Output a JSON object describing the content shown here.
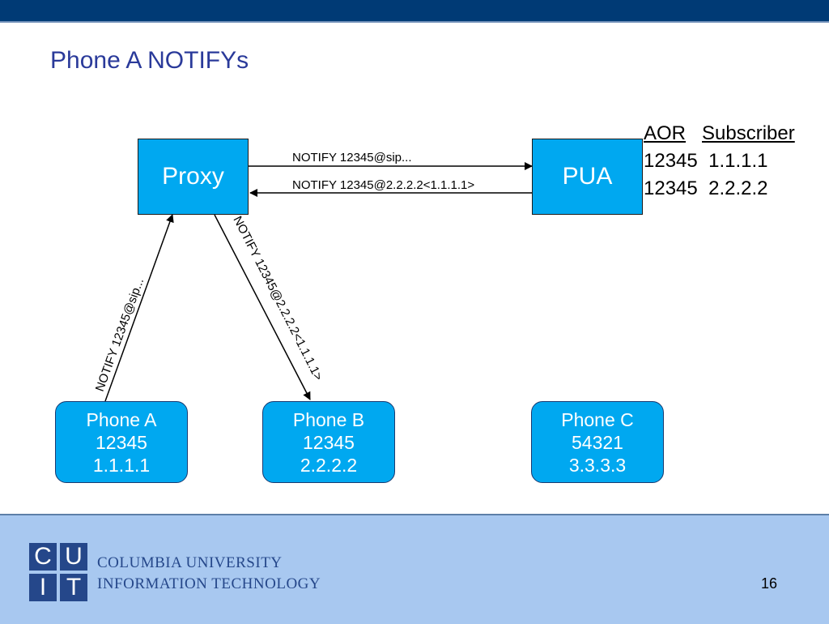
{
  "slide": {
    "title": "Phone A NOTIFYs",
    "page_number": "16"
  },
  "nodes": {
    "proxy": "Proxy",
    "pua": "PUA",
    "phone_a": {
      "name": "Phone A",
      "aor": "12345",
      "ip": "1.1.1.1"
    },
    "phone_b": {
      "name": "Phone B",
      "aor": "12345",
      "ip": "2.2.2.2"
    },
    "phone_c": {
      "name": "Phone C",
      "aor": "54321",
      "ip": "3.3.3.3"
    }
  },
  "messages": {
    "proxy_to_pua": "NOTIFY 12345@sip...",
    "pua_to_proxy": "NOTIFY 12345@2.2.2.2<1.1.1.1>",
    "phone_a_to_proxy": "NOTIFY 12345@sip...",
    "proxy_to_phone_b": "NOTIFY 12345@2.2.2.2<1.1.1.1>"
  },
  "registration_table": {
    "headers": [
      "AOR",
      "Subscriber"
    ],
    "rows": [
      [
        "12345",
        "1.1.1.1"
      ],
      [
        "12345",
        "2.2.2.2"
      ]
    ]
  },
  "footer": {
    "logo_letters": [
      "C",
      "U",
      "I",
      "T"
    ],
    "org_line1": "COLUMBIA UNIVERSITY",
    "org_line2": "INFORMATION TECHNOLOGY"
  },
  "colors": {
    "box_fill": "#00a8f0",
    "title": "#2a3a9a",
    "header_bar": "#003a75",
    "footer_bg": "#a8c8f0",
    "logo": "#25478a"
  }
}
